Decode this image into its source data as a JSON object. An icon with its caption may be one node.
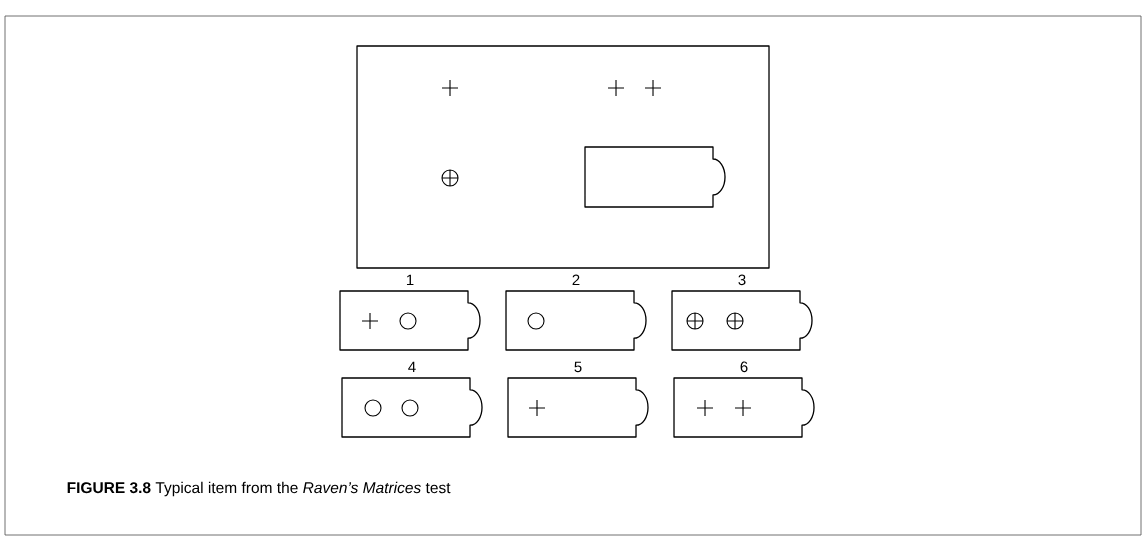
{
  "diagram": {
    "caption": "**FIGURE 3.8** Typical item from the *Raven’s Matrices* test",
    "nodes": [
      {
        "text": [],
        "shape": "box"
      },
      {
        "text": [],
        "shape": "box",
        "in": 0
      },
      {
        "text": [],
        "shape": "box",
        "beside": [
          "1"
        ]
      },
      {
        "text": [],
        "shape": "box",
        "beside": [
          "2"
        ]
      },
      {
        "text": [],
        "shape": "box",
        "beside": [
          "3"
        ]
      },
      {
        "text": [],
        "shape": "box",
        "beside": [
          "4"
        ]
      },
      {
        "text": [],
        "shape": "box",
        "beside": [
          "5"
        ]
      },
      {
        "text": [],
        "shape": "box",
        "beside": [
          "6"
        ]
      }
    ]
  }
}
